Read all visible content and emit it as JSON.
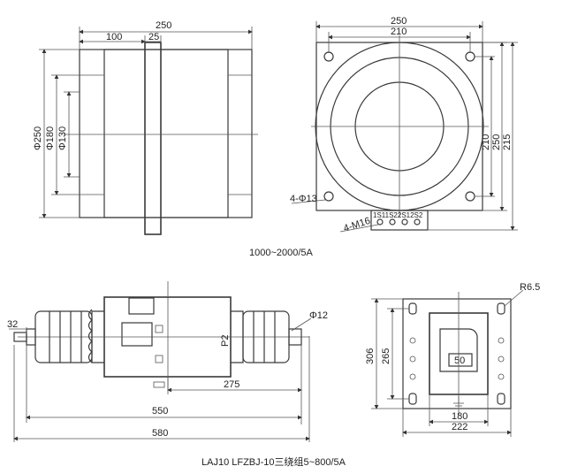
{
  "top_left": {
    "dim_overall_width": "250",
    "dim_left": "100",
    "dim_flange": "25",
    "dia_outer": "Φ250",
    "dia_mid": "Φ180",
    "dia_inner": "Φ130"
  },
  "top_right": {
    "dim_width": "250",
    "dim_hole_spacing": "210",
    "dim_v_210": "210",
    "dim_v_250": "250",
    "dim_v_215": "215",
    "hole_label": "4-Φ13",
    "bolt_label": "4-M16",
    "terminal_labels": "1S11S22S12S2"
  },
  "caption_top": "1000~2000/5A",
  "bottom_left": {
    "dim_terminal": "32",
    "dim_bolt": "Φ12",
    "dim_275": "275",
    "dim_550": "550",
    "dim_580": "580",
    "terminal_p2": "P2"
  },
  "bottom_right": {
    "dim_radius": "R6.5",
    "dim_306": "306",
    "dim_265": "265",
    "dim_180": "180",
    "dim_222": "222",
    "nameplate": "50"
  },
  "caption_bottom": "LAJ10 LFZBJ-10三绕组5~800/5A"
}
